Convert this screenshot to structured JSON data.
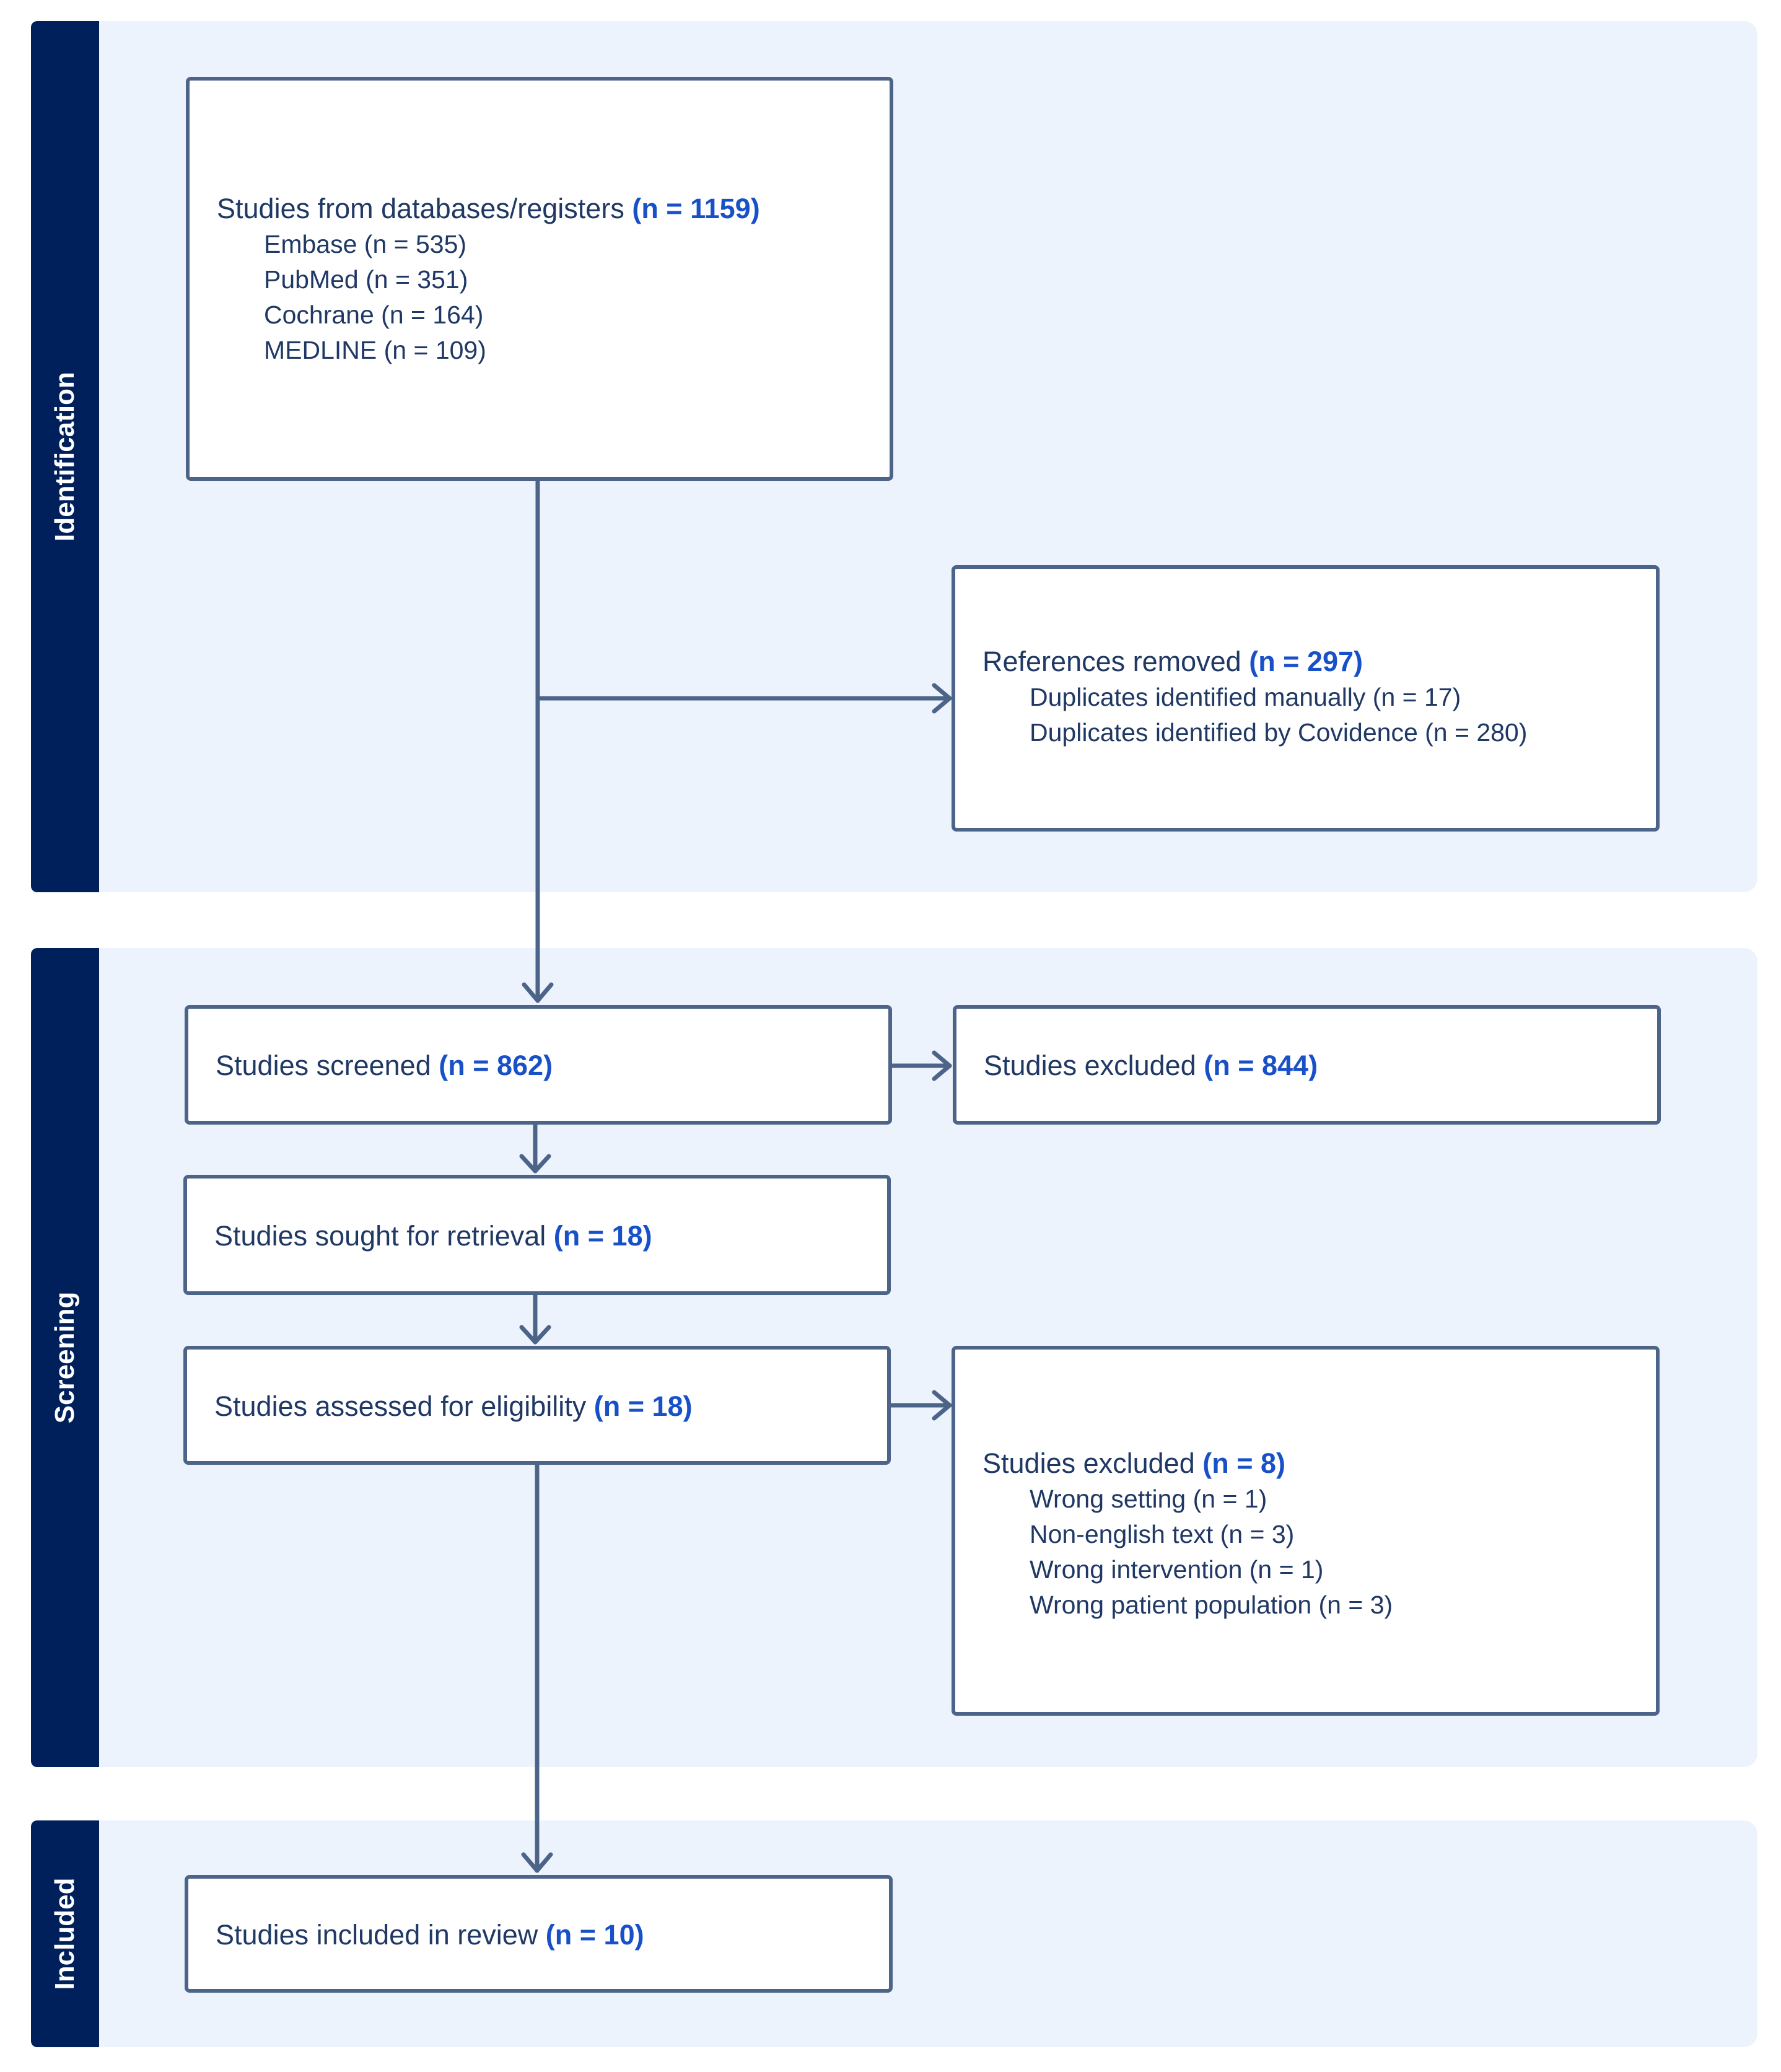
{
  "stages": {
    "identification": "Identification",
    "screening": "Screening",
    "included": "Included"
  },
  "boxes": {
    "databases": {
      "title": "Studies from databases/registers ",
      "count": "(n = 1159)",
      "sources": [
        "Embase (n = 535)",
        "PubMed (n = 351)",
        "Cochrane (n = 164)",
        "MEDLINE (n = 109)"
      ]
    },
    "removed": {
      "title": "References removed ",
      "count": "(n = 297)",
      "details": [
        "Duplicates identified manually (n = 17)",
        "Duplicates identified by Covidence (n = 280)"
      ]
    },
    "screened": {
      "title": "Studies screened ",
      "count": "(n = 862)"
    },
    "excluded_screen": {
      "title": "Studies excluded ",
      "count": "(n = 844)"
    },
    "retrieval": {
      "title": "Studies sought for retrieval ",
      "count": "(n = 18)"
    },
    "eligibility": {
      "title": "Studies assessed for eligibility ",
      "count": "(n = 18)"
    },
    "excluded_full": {
      "title": "Studies excluded ",
      "count": "(n = 8)",
      "reasons": [
        "Wrong setting (n = 1)",
        "Non-english text (n = 3)",
        "Wrong intervention (n = 1)",
        "Wrong patient population (n = 3)"
      ]
    },
    "included": {
      "title": "Studies included in review ",
      "count": "(n = 10)"
    }
  },
  "colors": {
    "panel": "#edf3fd",
    "sidebar": "#00205b",
    "box_border": "#4d6489",
    "highlight": "#1850c8"
  }
}
